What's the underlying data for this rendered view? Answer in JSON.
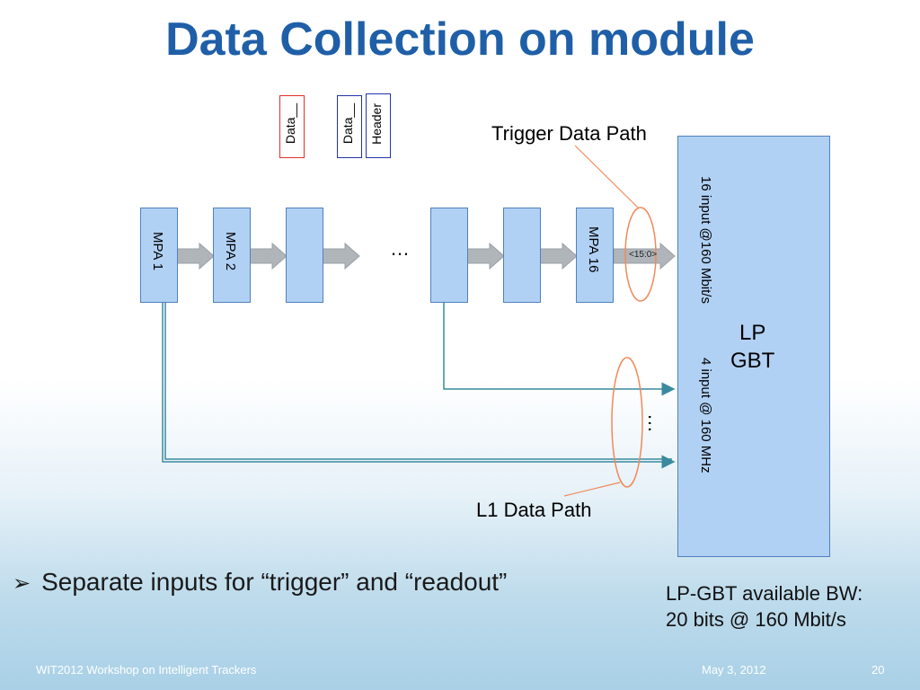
{
  "slide": {
    "title": "Data Collection on module",
    "legend": {
      "data_red": "Data__",
      "data_blue": "Data__",
      "header": "Header"
    },
    "mpa_labels": [
      "MPA 1",
      "MPA 2",
      "MPA 16"
    ],
    "ellipsis_horizontal": "…",
    "ellipsis_vertical": "…",
    "bus_label": "<15:0>",
    "trigger_path_label": "Trigger Data Path",
    "l1_path_label": "L1 Data Path",
    "lpgbt_label_line1": "LP",
    "lpgbt_label_line2": "GBT",
    "input_trigger_label": "16 input @160 Mbit/s",
    "input_l1_label": "4 input @ 160 MHz",
    "bullet_symbol": "➢",
    "bullet_text": "Separate inputs for “trigger” and “readout”",
    "bw_line1": "LP-GBT available BW:",
    "bw_line2": "20 bits @ 160 Mbit/s",
    "footer_left": "WIT2012 Workshop on Intelligent Trackers",
    "footer_date": "May 3, 2012",
    "footer_page": "20"
  },
  "colors": {
    "title": "#1f5fa8",
    "box_fill": "#b1d1f4",
    "box_border": "#4f81bd",
    "arrow_gray": "#b0b5ba",
    "line_teal": "#3a8a9f",
    "ellipse_orange": "#f08a5a"
  }
}
